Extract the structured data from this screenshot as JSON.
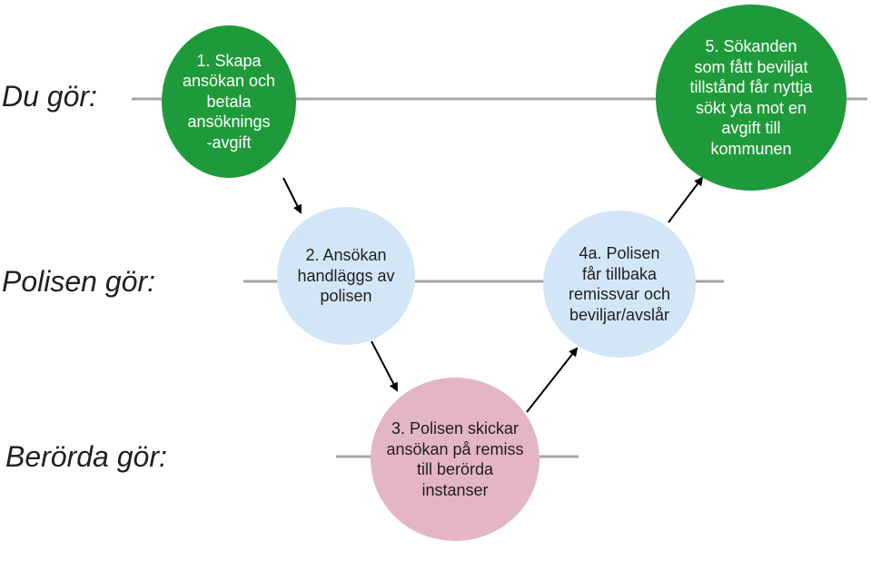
{
  "lanes": [
    {
      "label": "Du gör:"
    },
    {
      "label": "Polisen gör:"
    },
    {
      "label": "Berörda gör:"
    }
  ],
  "steps": [
    {
      "text": "1. Skapa\nansökan och\nbetala\nansöknings\n-avgift",
      "color": "#1f9a3a"
    },
    {
      "text": "2. Ansökan\nhandläggs av\npolisen",
      "color": "#d3e6f7"
    },
    {
      "text": "3. Polisen skickar\nansökan på remiss\ntill berörda\ninstanser",
      "color": "#e3b5c5"
    },
    {
      "text": "4a. Polisen\nfår tillbaka\nremissvar och\nbeviljar/avslår",
      "color": "#d3e6f7"
    },
    {
      "text": "5. Sökanden\nsom fått beviljat\ntillstånd får nyttja\nsökt yta mot en\navgift till\nkommunen",
      "color": "#1f9a3a"
    }
  ],
  "colors": {
    "line": "#a6a6a6",
    "arrow": "#000000"
  }
}
